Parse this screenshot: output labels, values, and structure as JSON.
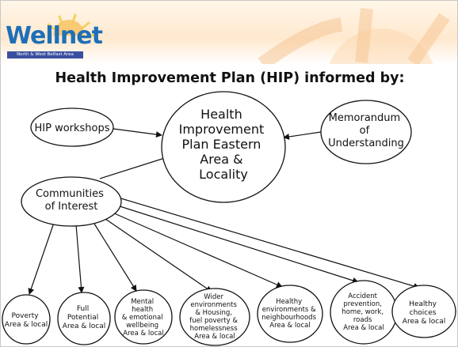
{
  "logo": {
    "word": "Wellnet",
    "strip": "North & West Belfast Area"
  },
  "title": "Health Improvement Plan (HIP) informed by:",
  "nodes": {
    "center": [
      "Health",
      "Improvement",
      "Plan Eastern",
      "Area &",
      "Locality"
    ],
    "workshops": [
      "HIP workshops"
    ],
    "memorandum": [
      "Memorandum",
      "of",
      "Understanding"
    ],
    "communities": [
      "Communities",
      "of Interest"
    ],
    "bottom": [
      [
        "Poverty",
        "Area & local"
      ],
      [
        "Full",
        "Potential",
        "Area & local"
      ],
      [
        "Mental",
        "health",
        "& emotional",
        "wellbeing",
        "Area & local"
      ],
      [
        "Wider",
        "environments",
        "& Housing,",
        "fuel poverty &",
        "homelessness",
        "Area & local"
      ],
      [
        "Healthy",
        "environments &",
        "neighbourhoods",
        "Area & local"
      ],
      [
        "Accident",
        "prevention,",
        "home, work,",
        "roads",
        "Area & local"
      ],
      [
        "Healthy",
        "choices",
        "Area & local"
      ]
    ]
  },
  "colors": {
    "logo_blue": "#1f6fb8",
    "sun_orange": "#f6b26b",
    "ray_yellow": "#f3d25a"
  }
}
